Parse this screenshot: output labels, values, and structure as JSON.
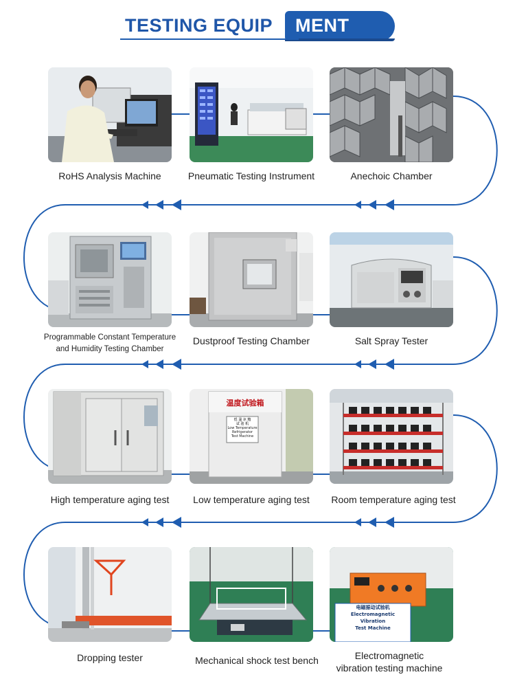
{
  "header": {
    "title_part1": "TESTING EQUIP",
    "title_part2": "MENT"
  },
  "items": [
    {
      "label": "RoHS Analysis Machine"
    },
    {
      "label": "Pneumatic Testing Instrument"
    },
    {
      "label": "Anechoic Chamber"
    },
    {
      "label_line1": "Programmable Constant Temperature",
      "label_line2": "and Humidity Testing Chamber"
    },
    {
      "label": "Dustproof Testing Chamber"
    },
    {
      "label": "Salt Spray Tester"
    },
    {
      "label": "High temperature aging test"
    },
    {
      "label": "Low temperature aging test"
    },
    {
      "label": "Room temperature aging test"
    },
    {
      "label": "Dropping tester"
    },
    {
      "label": "Mechanical shock test bench"
    },
    {
      "label_line1": "Electromagnetic",
      "label_line2": "vibration testing machine"
    }
  ],
  "photo_text": {
    "low_temp_sign": "温度试验箱",
    "low_temp_label_1": "低 温 冰 箱",
    "low_temp_label_2": "试 验 机",
    "low_temp_label_3": "Low  Temperature",
    "low_temp_label_4": "Refrigerator",
    "low_temp_label_5": "Test  Machine",
    "em_label_1": "电磁振动试验机",
    "em_label_2": "Electromagnetic",
    "em_label_3": "Vibration",
    "em_label_4": "Test Machine"
  },
  "colors": {
    "accent": "#1f5db0",
    "flow_line": "#1f5db0"
  }
}
